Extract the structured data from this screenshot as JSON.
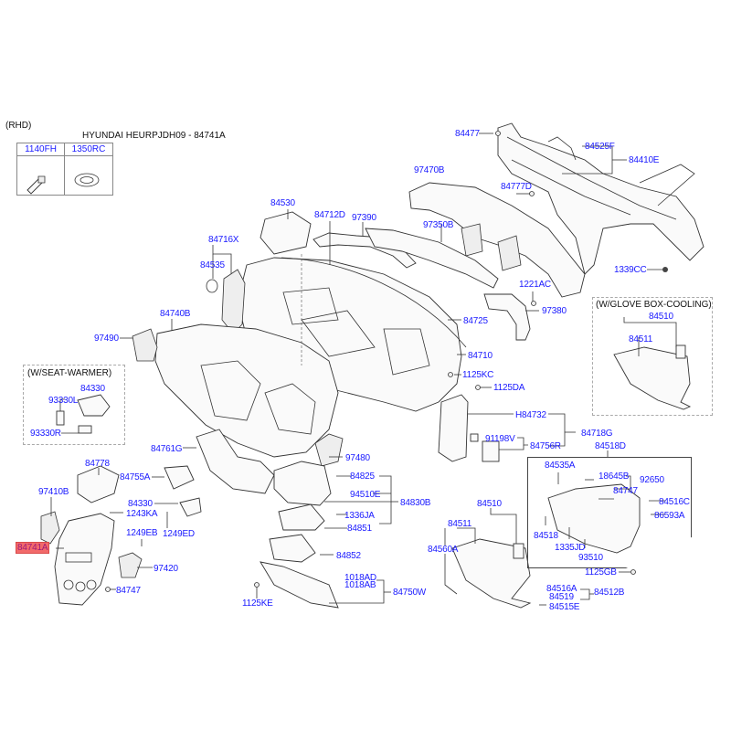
{
  "header": {
    "variant": "(RHD)",
    "title": "HYUNDAI HEURPJDH09 - 84741A"
  },
  "legend": [
    {
      "code": "1140FH",
      "icon": "bolt-icon"
    },
    {
      "code": "1350RC",
      "icon": "washer-icon"
    }
  ],
  "highlight_color": "#f26a6a",
  "label_color": "#1a1aff",
  "groups": {
    "glove_cooling": "(W/GLOVE BOX-COOLING)",
    "seat_warmer": "(W/SEAT-WARMER)"
  },
  "labels": {
    "p84477": "84477",
    "p84525F": "84525F",
    "p84410E": "84410E",
    "p97470B": "97470B",
    "p84777D": "84777D",
    "p84530": "84530",
    "p84712D": "84712D",
    "p97390": "97390",
    "p97350B": "97350B",
    "p84716X": "84716X",
    "p84535": "84535",
    "p1339CC": "1339CC",
    "p1221AC": "1221AC",
    "p97380": "97380",
    "p84725": "84725",
    "p84740B": "84740B",
    "p97490": "97490",
    "p84710": "84710",
    "p1125KC": "1125KC",
    "p1125DA": "1125DA",
    "gc84510": "84510",
    "gc84511": "84511",
    "sw84330": "84330",
    "sw93330L": "93330L",
    "sw93330R": "93330R",
    "pH84732": "H84732",
    "p84718G": "84718G",
    "p91198V": "91198V",
    "p84756R": "84756R",
    "p84518D": "84518D",
    "p84761G": "84761G",
    "p97480": "97480",
    "p84778": "84778",
    "p84755A": "84755A",
    "p97410B": "97410B",
    "p84330": "84330",
    "p1243KA": "1243KA",
    "p1249EB": "1249EB",
    "p1249ED": "1249ED",
    "p84741A": "84741A",
    "p97420": "97420",
    "p84747a": "84747",
    "p84825": "84825",
    "p94510E": "94510E",
    "p84830B": "84830B",
    "p1336JA": "1336JA",
    "p84851": "84851",
    "p84852": "84852",
    "p1018AD": "1018AD",
    "p1018AB": "1018AB",
    "p84750W": "84750W",
    "p1125KE": "1125KE",
    "p84510": "84510",
    "p84511": "84511",
    "p84560A": "84560A",
    "p84516A": "84516A",
    "p84519": "84519",
    "p84512B": "84512B",
    "p84515E": "84515E",
    "p84535A": "84535A",
    "p18645B": "18645B",
    "p92650": "92650",
    "p84747b": "84747",
    "p84516C": "84516C",
    "p86593A": "86593A",
    "p84518": "84518",
    "p1335JD": "1335JD",
    "p93510": "93510",
    "p1125GB": "1125GB"
  }
}
